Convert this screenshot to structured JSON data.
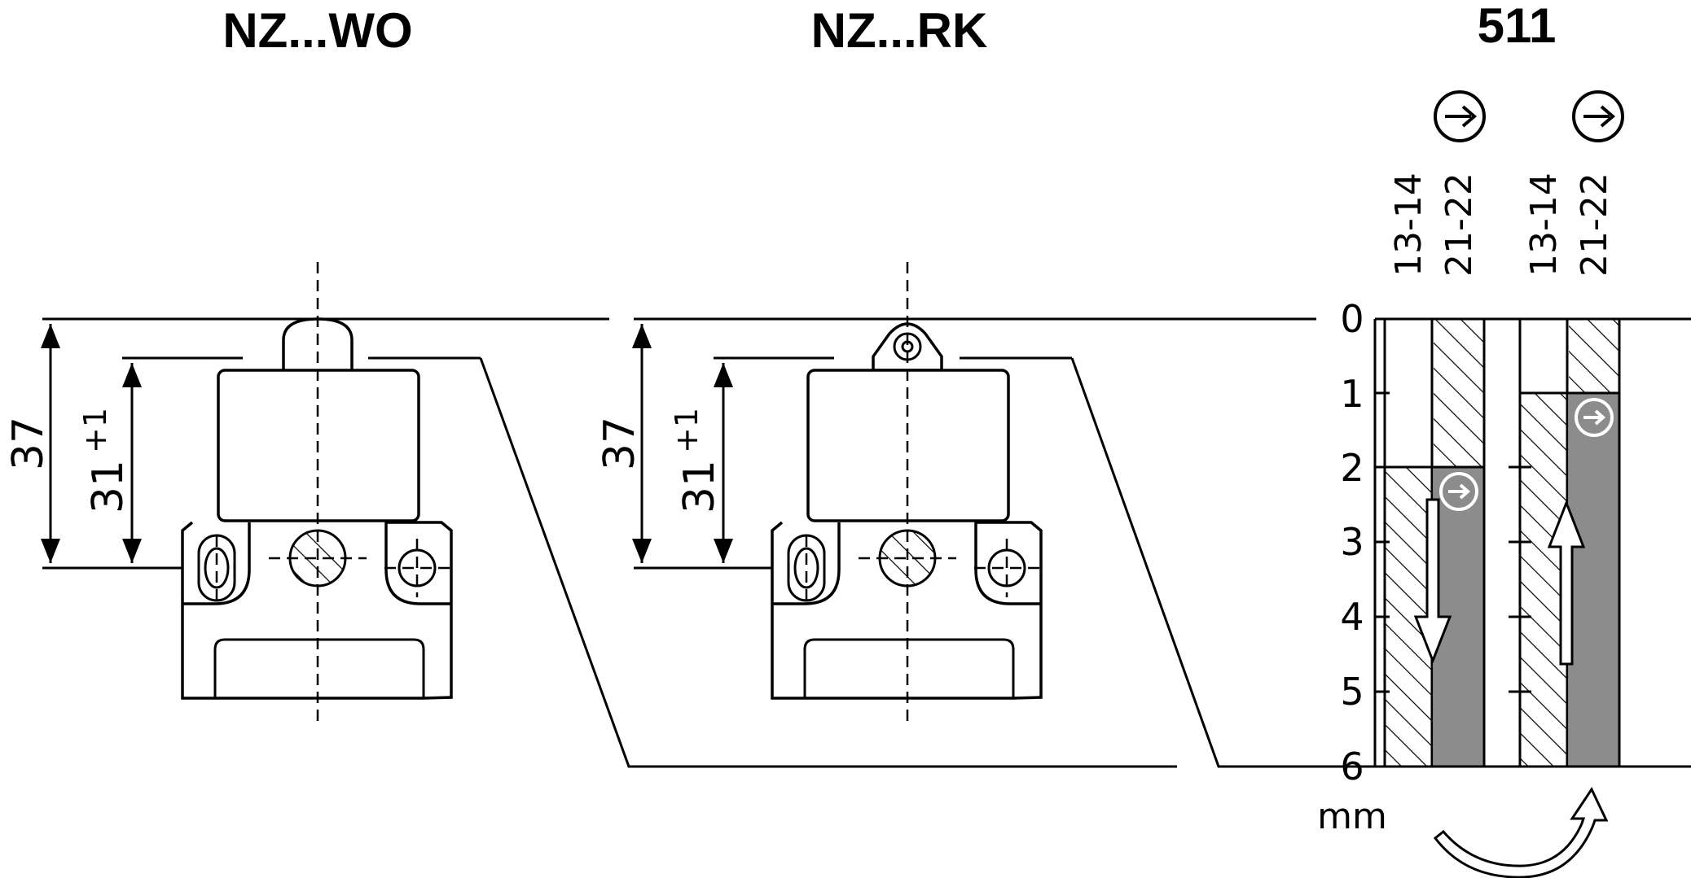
{
  "titles": {
    "wo": "NZ...WO",
    "rk": "NZ...RK",
    "diagram": "511"
  },
  "dimensions": {
    "total": "37",
    "actuation_base": "31",
    "actuation_tol": "+1"
  },
  "contacts": [
    "13-14",
    "21-22"
  ],
  "travel_scale": {
    "ticks": [
      "0",
      "1",
      "2",
      "3",
      "4",
      "5",
      "6"
    ],
    "unit": "mm",
    "max": 6
  },
  "travel_diagram": [
    {
      "stroke": "actuation",
      "contact_13_14_closed_from": 2,
      "contact_21_22_open_from": 2,
      "switch_point": 2
    },
    {
      "stroke": "release",
      "contact_13_14_closed_from": 1,
      "contact_21_22_open_from": 1,
      "switch_point": 1
    }
  ],
  "colors": {
    "ink": "#000000",
    "open_fill": "#8c8c8c",
    "background": "#ffffff"
  },
  "icons": [
    "positive-opening-icon",
    "actuation-direction-arrow-icon",
    "return-direction-arrow-icon"
  ]
}
